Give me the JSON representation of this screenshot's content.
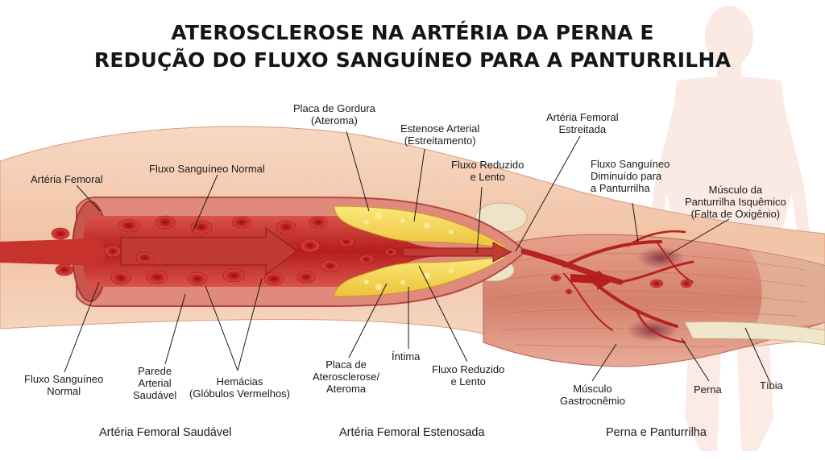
{
  "title": {
    "line1": "ATEROSCLEROSE NA ARTÉRIA DA PERNA E",
    "line2": "REDUÇÃO DO FLUXO SANGUÍNEO PARA A PANTURRILHA"
  },
  "labels": {
    "arteria_femoral": "Artéria Femoral",
    "fluxo_normal_top": "Fluxo Sanguíneo Normal",
    "placa_gordura": [
      "Placa de Gordura",
      "(Ateroma)"
    ],
    "estenose": [
      "Estenose Arterial",
      "(Estreitamento)"
    ],
    "fluxo_reduzido_top": [
      "Fluxo Reduzido",
      "e Lento"
    ],
    "femoral_estreitada": [
      "Artéria Femoral",
      "Estreitada"
    ],
    "fluxo_diminuido": [
      "Fluxo Sanguíneo",
      "Diminuído para",
      "a Panturrilha"
    ],
    "musculo_isquemico": [
      "Músculo da",
      "Panturrilha Isquêmico",
      "(Falta de Oxigênio)"
    ],
    "fluxo_normal_bottom": [
      "Fluxo Sanguíneo",
      "Normal"
    ],
    "parede": [
      "Parede",
      "Arterial",
      "Saudável"
    ],
    "hemacias": [
      "Hemácias",
      "(Glóbulos Vermelhos)"
    ],
    "placa_ateroma": [
      "Placa de",
      "Aterosclerose/",
      "Ateroma"
    ],
    "intima": "Íntima",
    "fluxo_reduzido_bottom": [
      "Fluxo Reduzido",
      "e Lento"
    ],
    "gastrocnemio": [
      "Músculo",
      "Gastrocnêmio"
    ],
    "perna": "Perna",
    "tibia": "Tíbia"
  },
  "sections": {
    "healthy": "Artéria Femoral Saudável",
    "stenosed": "Artéria Femoral Estenosada",
    "leg": "Perna e Panturrilha"
  },
  "colors": {
    "skin": "#f4cdb4",
    "artery_wall": "#d6675e",
    "lumen": "#b8211f",
    "plaque": "#f4d649",
    "muscle": "#d98a78",
    "ischemia": "#8e3a4a"
  }
}
